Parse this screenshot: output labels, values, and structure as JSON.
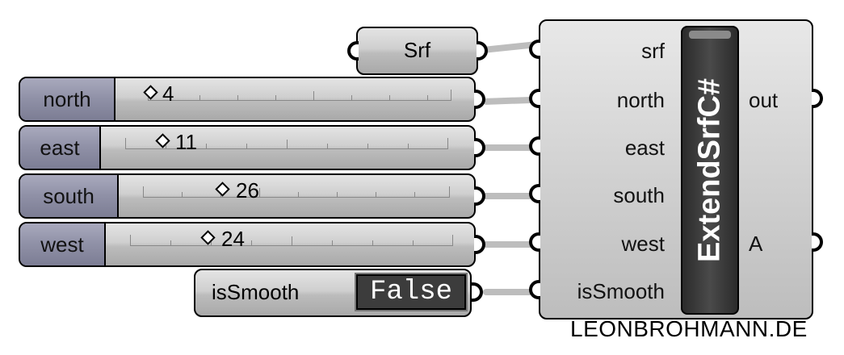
{
  "srf_param": {
    "label": "Srf"
  },
  "sliders": [
    {
      "label": "north",
      "value": "4"
    },
    {
      "label": "east",
      "value": "11"
    },
    {
      "label": "south",
      "value": "26"
    },
    {
      "label": "west",
      "value": "24"
    }
  ],
  "toggle": {
    "label": "isSmooth",
    "value": "False"
  },
  "component": {
    "name": "ExtendSrfC#",
    "inputs": [
      "srf",
      "north",
      "east",
      "south",
      "west",
      "isSmooth"
    ],
    "outputs": [
      "out",
      "A"
    ]
  },
  "watermark": "LEONBROHMANN.DE",
  "colors": {
    "label_cell": "#8f90a6",
    "component_body": "#d2d2d2",
    "component_core": "#2b2b2b",
    "wire": "#bdbdbd"
  }
}
